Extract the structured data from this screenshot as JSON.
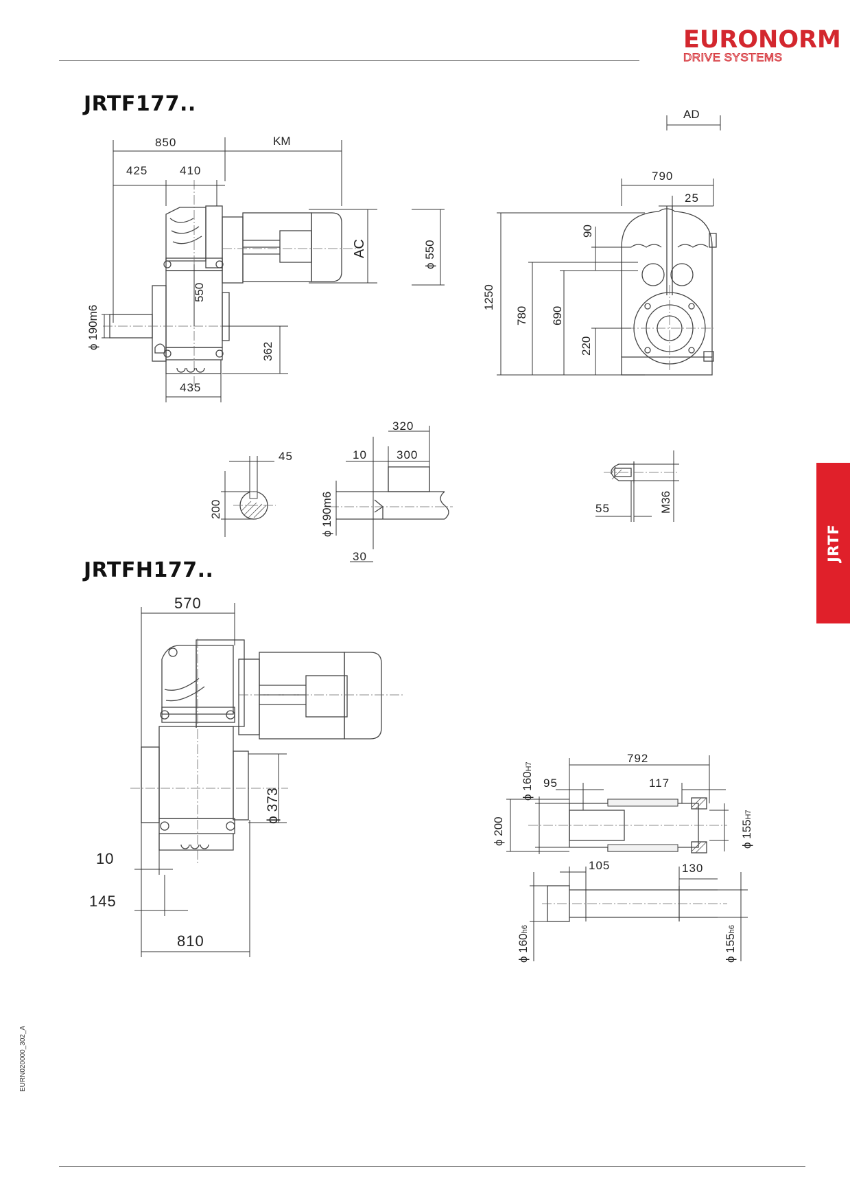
{
  "brand": {
    "name": "EURONORM",
    "tagline": "DRIVE SYSTEMS",
    "color": "#d3272e"
  },
  "section_tab": "JRTF",
  "document_id": "EURN020000_302_A",
  "models": [
    {
      "title": "JRTF177.."
    },
    {
      "title": "JRTFH177.."
    }
  ],
  "dimensions": {
    "jrtf_side": {
      "d850": "850",
      "km": "KM",
      "d425": "425",
      "d410": "410",
      "ac": "AC",
      "phi550": "ϕ 550",
      "d550": "550",
      "shaft_dia": "ϕ 190m6",
      "d362": "362",
      "d435": "435"
    },
    "jrtf_front": {
      "ad": "AD",
      "d790": "790",
      "d25": "25",
      "d90": "90",
      "d1250": "1250",
      "d780": "780",
      "d690": "690",
      "d220": "220"
    },
    "jrtf_key": {
      "d45": "45",
      "d200": "200"
    },
    "jrtf_shaft": {
      "d320": "320",
      "d10": "10",
      "d300": "300",
      "shaft_dia": "ϕ 190m6",
      "d30": "30"
    },
    "jrtf_thread": {
      "d55": "55",
      "m36": "M36"
    },
    "jrtfh_side": {
      "d570": "570",
      "phi373": "ϕ 373",
      "d10": "10",
      "d145": "145",
      "d810": "810"
    },
    "jrtfh_hollow": {
      "phi160h7": "ϕ 160",
      "h7a": "H7",
      "d792": "792",
      "d95": "95",
      "d117": "117",
      "phi200": "ϕ 200",
      "phi155h7": "ϕ 155",
      "h7b": "H7",
      "d105": "105",
      "d130": "130",
      "phi160h6": "ϕ 160",
      "h6a": "h6",
      "phi155h6": "ϕ 155",
      "h6b": "h6"
    }
  }
}
